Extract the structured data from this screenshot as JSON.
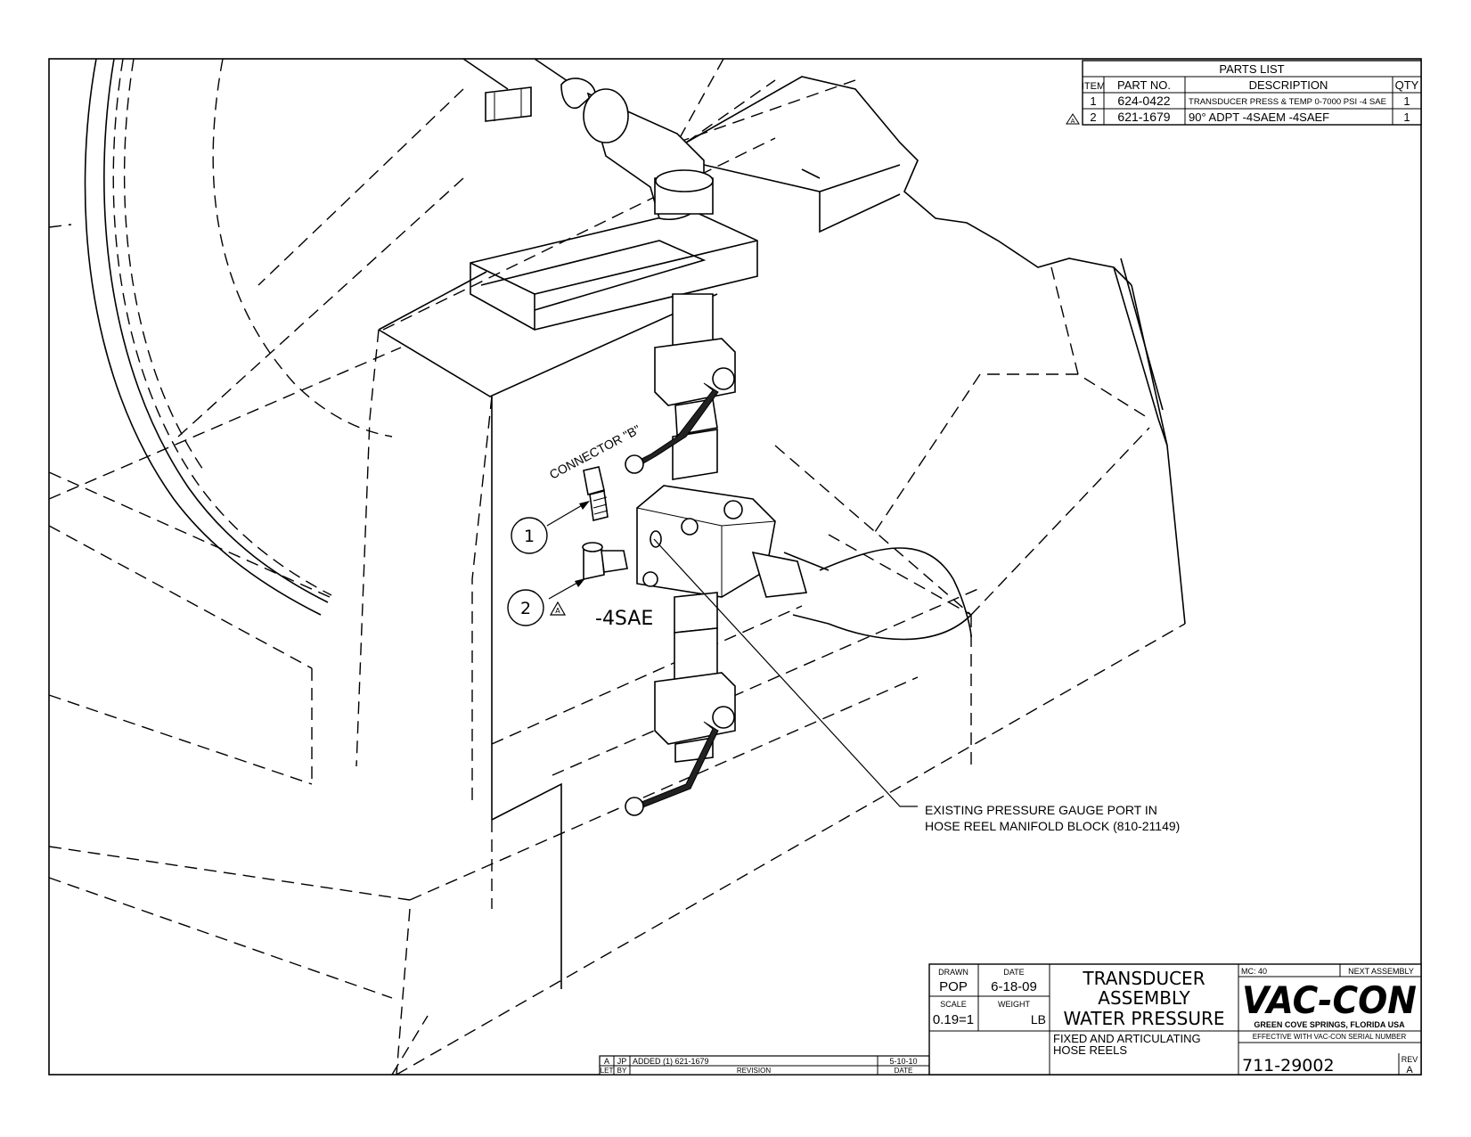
{
  "parts_list": {
    "title": "PARTS LIST",
    "headers": {
      "item": "ITEM",
      "part_no": "PART NO.",
      "description": "DESCRIPTION",
      "qty": "QTY"
    },
    "rows": [
      {
        "item": "1",
        "part_no": "624-0422",
        "description": "TRANSDUCER PRESS & TEMP 0-7000 PSI -4 SAE",
        "qty": "1",
        "revision_flag": ""
      },
      {
        "item": "2",
        "part_no": "621-1679",
        "description": "90° ADPT -4SAEM -4SAEF",
        "qty": "1",
        "revision_flag": "A"
      }
    ]
  },
  "drawing": {
    "connector_label": "CONNECTOR \"B\"",
    "balloon_1": "1",
    "balloon_2": "2",
    "rev_flag_2": "A",
    "port_label": "-4SAE",
    "note_line_1": "EXISTING PRESSURE GAUGE PORT IN",
    "note_line_2": "HOSE REEL MANIFOLD BLOCK (810-21149)"
  },
  "revision_block": {
    "let": "A",
    "by": "JP",
    "revision": "ADDED (1) 621-1679",
    "date": "5-10-10",
    "hdr_let": "LET",
    "hdr_by": "BY",
    "hdr_revision": "REVISION",
    "hdr_date": "DATE"
  },
  "title_block": {
    "drawn_label": "DRAWN",
    "drawn": "POP",
    "date_label": "DATE",
    "date": "6-18-09",
    "scale_label": "SCALE",
    "scale": "0.19=1",
    "weight_label": "WEIGHT",
    "weight_unit": "LB",
    "title_1": "TRANSDUCER",
    "title_2": "ASSEMBLY",
    "title_3": "WATER PRESSURE",
    "sub_1": "FIXED AND ARTICULATING",
    "sub_2": "HOSE REELS",
    "mc": "MC: 40",
    "next_assembly": "NEXT ASSEMBLY",
    "company": "VAC-CON",
    "company_location": "GREEN COVE SPRINGS, FLORIDA USA",
    "effective": "EFFECTIVE WITH VAC-CON SERIAL NUMBER",
    "drawing_number": "711-29002",
    "rev_label": "REV",
    "rev": "A"
  }
}
